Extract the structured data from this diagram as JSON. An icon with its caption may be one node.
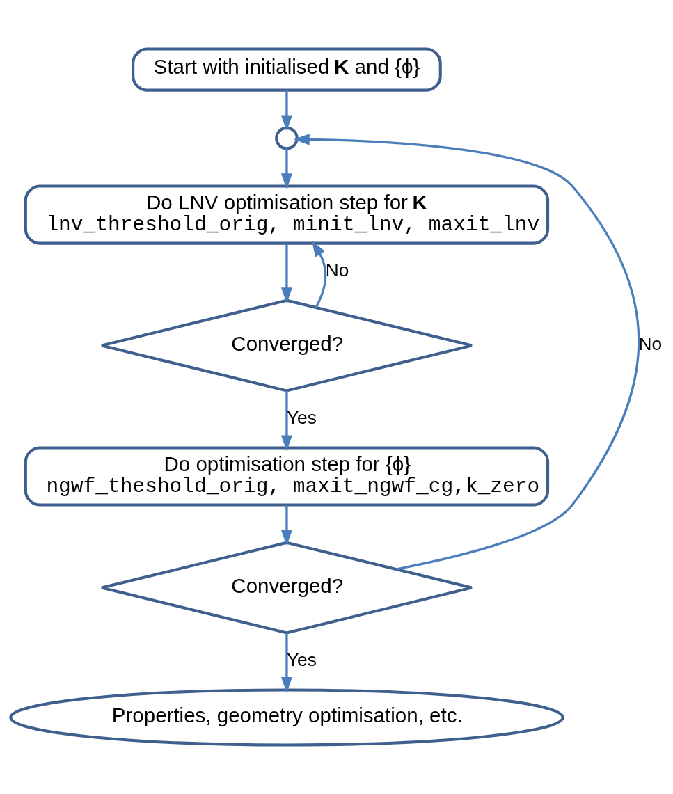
{
  "diagram": {
    "nodes": [
      {
        "text": [
          "Start with initialised **K** and {ϕ}"
        ]
      },
      {
        "text": [],
        "shape": "circle"
      },
      {
        "text": [
          "Do LNV optimisation step for **K**",
          "lnv_threshold_orig, minit_lnv, maxit_lnv"
        ]
      },
      {
        "text": [
          "Converged?"
        ]
      },
      {
        "text": [
          "Do optimisation step for {ϕ}",
          "ngwf_theshold_orig, maxit_ngwf_cg,k_zero"
        ]
      },
      {
        "text": [
          "Converged?"
        ]
      },
      {
        "text": [
          "Properties, geometry optimisation, etc."
        ]
      }
    ],
    "edges": [
      {
        "from": 0,
        "to": 1,
        "arrow": "to"
      },
      {
        "from": 1,
        "to": 2,
        "arrow": "to"
      },
      {
        "from": 2,
        "to": 3,
        "arrow": "to"
      },
      {
        "from": 3,
        "to": 2,
        "arrow": "to",
        "label": "No"
      },
      {
        "from": 3,
        "to": 4,
        "arrow": "to",
        "label": "Yes"
      },
      {
        "from": 4,
        "to": 5,
        "arrow": "to"
      },
      {
        "from": 5,
        "to": 1,
        "arrow": "to",
        "label": "No"
      },
      {
        "from": 5,
        "to": 6,
        "arrow": "to",
        "label": "Yes"
      }
    ]
  }
}
